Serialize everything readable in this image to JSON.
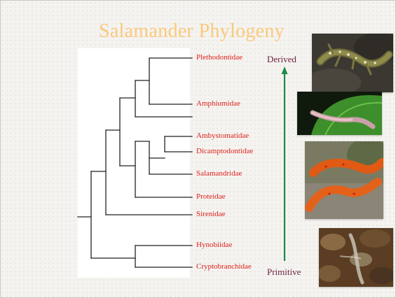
{
  "slide": {
    "title": "Salamander Phylogeny"
  },
  "tree": {
    "taxa": [
      "Plethodontidae",
      "Amphiumidae",
      "Ambystomatidae",
      "Dicamptodontidae",
      "Salamandridae",
      "Proteidae",
      "Sirenidae",
      "Hynobiidae",
      "Cryptobranchidae"
    ],
    "line_color": "#222222",
    "label_color": "#e0201b"
  },
  "scale": {
    "top_label": "Derived",
    "bottom_label": "Primitive",
    "arrow_color": "#1c8a45",
    "label_color": "#6b1f3e"
  },
  "photos": [
    {
      "subject": "spotted salamander on rock"
    },
    {
      "subject": "pink salamander on green leaf"
    },
    {
      "subject": "red eft newts on log"
    },
    {
      "subject": "salamander in stream"
    }
  ]
}
